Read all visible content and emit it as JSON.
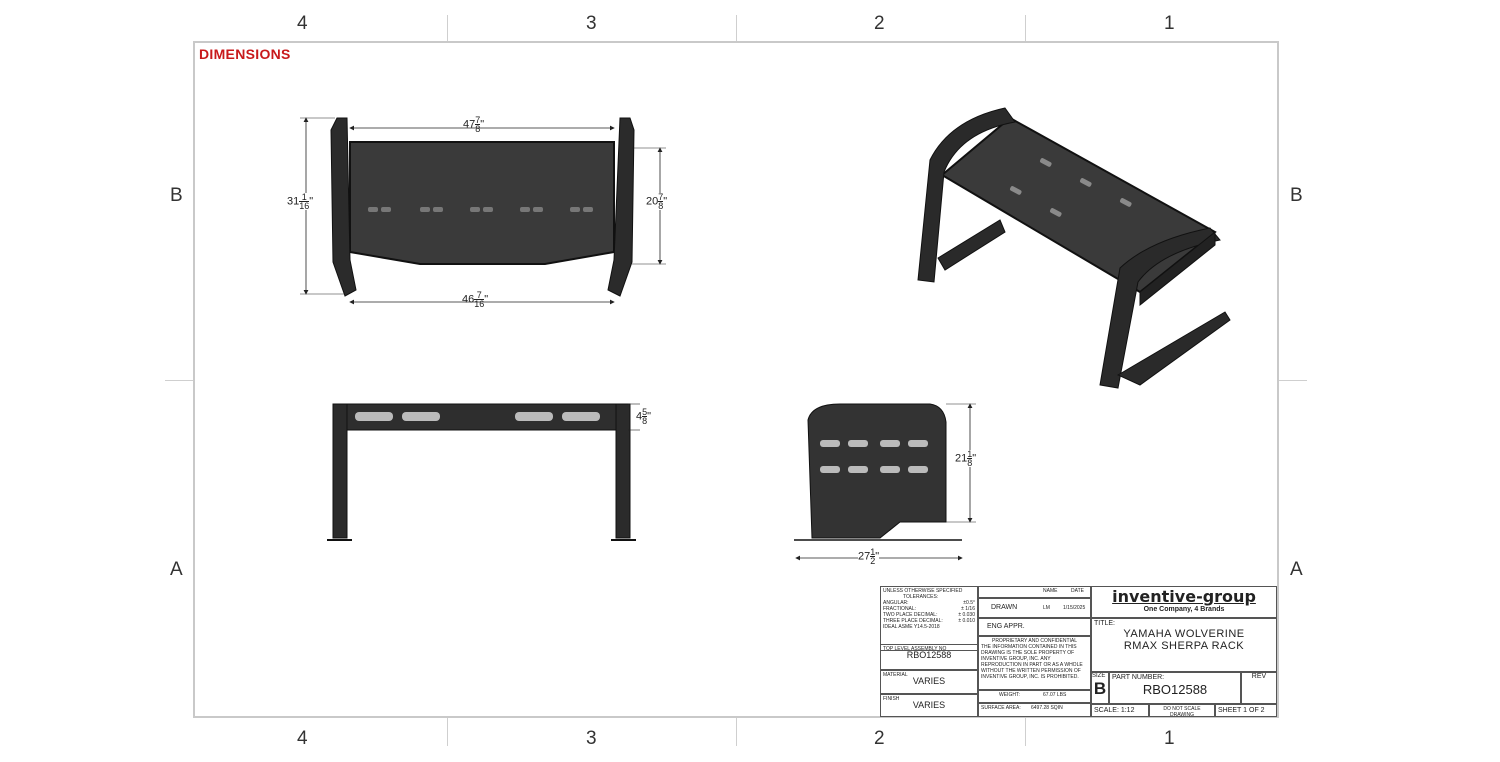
{
  "zones": {
    "top": [
      "4",
      "3",
      "2",
      "1"
    ],
    "bottom": [
      "4",
      "3",
      "2",
      "1"
    ],
    "left": [
      "B",
      "A"
    ],
    "right": [
      "B",
      "A"
    ]
  },
  "section_title": "DIMENSIONS",
  "dimensions": {
    "top_width": {
      "whole": "47",
      "num": "7",
      "den": "8"
    },
    "bottom_width": {
      "whole": "46",
      "num": "7",
      "den": "16"
    },
    "overall_height": {
      "whole": "31",
      "num": "1",
      "den": "16"
    },
    "panel_height": {
      "whole": "20",
      "num": "7",
      "den": "8"
    },
    "front_height": {
      "whole": "4",
      "num": "5",
      "den": "8"
    },
    "side_height": {
      "whole": "21",
      "num": "1",
      "den": "8"
    },
    "side_length": {
      "whole": "27",
      "num": "1",
      "den": "2"
    }
  },
  "inch_mark": "\"",
  "title_block": {
    "unless": "UNLESS OTHERWISE SPECIFIED",
    "tolerances": "TOLERANCES:",
    "tol_lines": [
      "ANGULAR:",
      "FRACTIONAL:",
      "TWO PLACE DECIMAL:",
      "THREE PLACE DECIMAL:"
    ],
    "tol_values": [
      "±0.5°",
      "± 1/16",
      "± 0.030",
      "± 0.010"
    ],
    "ref": "IDEAL ASME Y14.5-2018",
    "top_level": "TOP LEVEL ASSEMBLY NO",
    "assembly_no": "RBO12588",
    "material_label": "MATERIAL",
    "material": "VARIES",
    "finish_label": "FINISH",
    "finish": "VARIES",
    "name_col": "NAME",
    "date_col": "DATE",
    "drawn": "DRAWN",
    "drawn_name": "LM",
    "drawn_date": "1/15/2025",
    "eng_appr": "ENG APPR.",
    "proprietary": "PROPRIETARY AND CONFIDENTIAL",
    "proprietary_text": "THE INFORMATION CONTAINED IN THIS DRAWING IS THE SOLE PROPERTY OF INVENTIVE GROUP, INC. ANY REPRODUCTION IN PART OR AS A WHOLE WITHOUT THE WRITTEN PERMISSION OF INVENTIVE GROUP, INC. IS PROHIBITED.",
    "weight_label": "WEIGHT:",
    "weight_val": "67.07 LBS",
    "surface_label": "SURFACE AREA:",
    "surface_val": "6497.28 SQIN",
    "company": "inventive-group",
    "tagline": "One Company, 4 Brands",
    "title_label": "TITLE:",
    "title_line1": "YAMAHA WOLVERINE",
    "title_line2": "RMAX SHERPA RACK",
    "size_label": "SIZE",
    "size": "B",
    "part_label": "PART NUMBER:",
    "part_number": "RBO12588",
    "rev_label": "REV",
    "scale": "SCALE: 1:12",
    "do_not_scale": "DO NOT SCALE DRAWING",
    "sheet": "SHEET 1 OF 2"
  }
}
